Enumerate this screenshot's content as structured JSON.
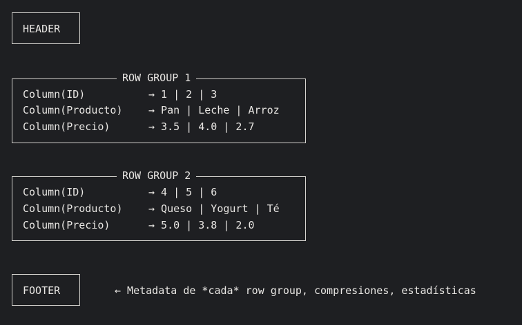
{
  "header": {
    "label": "HEADER"
  },
  "row_groups": [
    {
      "title": "ROW GROUP 1",
      "rows": [
        {
          "column": "Column(ID)",
          "values": "→ 1 | 2 | 3"
        },
        {
          "column": "Column(Producto)",
          "values": "→ Pan | Leche | Arroz"
        },
        {
          "column": "Column(Precio)",
          "values": "→ 3.5 | 4.0 | 2.7"
        }
      ]
    },
    {
      "title": "ROW GROUP 2",
      "rows": [
        {
          "column": "Column(ID)",
          "values": "→ 4 | 5 | 6"
        },
        {
          "column": "Column(Producto)",
          "values": "→ Queso | Yogurt | Té"
        },
        {
          "column": "Column(Precio)",
          "values": "→ 5.0 | 3.8 | 2.0"
        }
      ]
    }
  ],
  "footer": {
    "label": "FOOTER",
    "note": "← Metadata de *cada* row group, compresiones, estadísticas"
  }
}
